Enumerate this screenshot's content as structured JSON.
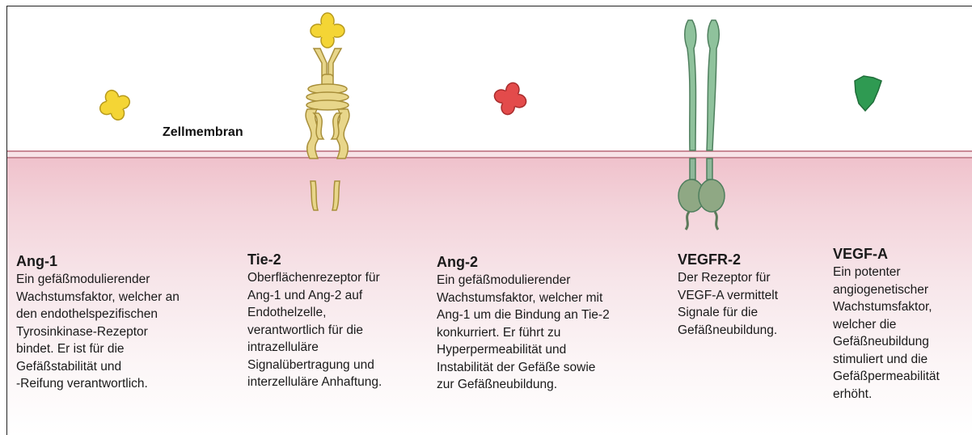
{
  "membrane_label": "Zellmembran",
  "colors": {
    "ang1": "#f4d535",
    "ang2": "#e34b4b",
    "tie2": "#e3cf7a",
    "vegfr2": "#7fb58e",
    "vegfa": "#2f9a52",
    "membrane": "#c98a96"
  },
  "icons": {
    "ang1": "yellow-cross-ligand",
    "ang2": "red-cross-ligand",
    "tie2": "coiled-receptor-dimer",
    "vegfr2": "receptor-dimer-with-kinase-domains",
    "vegfa": "green-ligand"
  },
  "entries": [
    {
      "title": "Ang-1",
      "lines": [
        "Ein gefäßmodulierender",
        "Wachstumsfaktor, welcher an",
        "den endothelspezifischen",
        "Tyrosinkinase-Rezeptor",
        "bindet. Er ist für die",
        "Gefäßstabilität und",
        "-Reifung verantwortlich."
      ]
    },
    {
      "title": "Tie-2",
      "lines": [
        "Oberflächenrezeptor für",
        "Ang-1 und Ang-2 auf",
        "Endothelzelle,",
        "verantwortlich für die",
        "intrazelluläre",
        "Signalübertragung und",
        "interzelluläre Anhaftung."
      ]
    },
    {
      "title": "Ang-2",
      "lines": [
        "Ein gefäßmodulierender",
        "Wachstumsfaktor, welcher mit",
        "Ang-1 um die Bindung an Tie-2",
        "konkurriert. Er führt zu",
        "Hyperpermeabilität und",
        "Instabilität der Gefäße sowie",
        "zur Gefäßneubildung."
      ]
    },
    {
      "title": "VEGFR-2",
      "lines": [
        "Der Rezeptor für",
        "VEGF-A vermittelt",
        "Signale für die",
        "Gefäßneubildung."
      ]
    },
    {
      "title": "VEGF-A",
      "lines": [
        "Ein potenter",
        "angiogenetischer",
        "Wachstumsfaktor,",
        "welcher die",
        "Gefäßneubildung",
        "stimuliert und die",
        "Gefäßpermeabilität",
        "erhöht."
      ]
    }
  ]
}
